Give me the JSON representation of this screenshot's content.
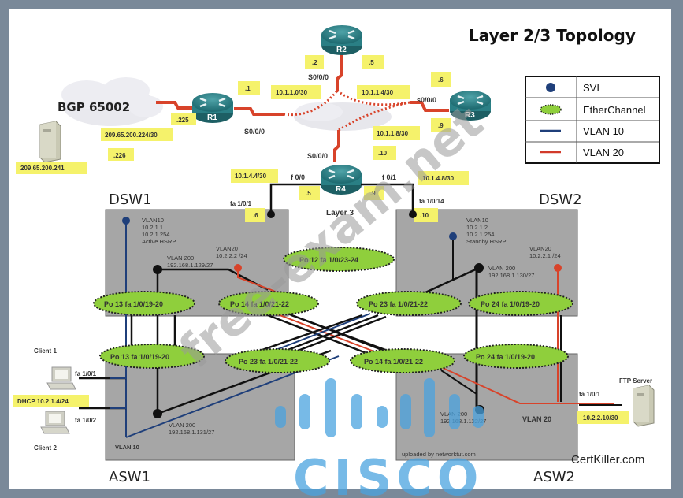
{
  "title": "Layer 2/3 Topology",
  "legend": {
    "items": [
      {
        "icon": "svi-dot",
        "label": "SVI"
      },
      {
        "icon": "etherchannel-ellipse",
        "label": "EtherChannel"
      },
      {
        "icon": "vlan10-line",
        "label": "VLAN 10"
      },
      {
        "icon": "vlan20-line",
        "label": "VLAN  20"
      }
    ],
    "colors": {
      "svi": "#1f3f7a",
      "etherchannel": "#8fcf3c",
      "vlan10": "#1f3f7a",
      "vlan20": "#d23a2a"
    }
  },
  "cloud_bgp": {
    "label": "BGP 65002"
  },
  "bgp_server": {
    "ip": "209.65.200.241"
  },
  "routers": {
    "r1": {
      "name": "R1",
      "ip_225": ".225",
      "ip_1": ".1",
      "intf": "S0/0/0"
    },
    "r2": {
      "name": "R2",
      "ip_2": ".2",
      "ip_5": ".5",
      "intf": "S0/0/0"
    },
    "r3": {
      "name": "R3",
      "ip_6": ".6",
      "ip_9": ".9",
      "intf": "s0/0/0"
    },
    "r4": {
      "name": "R4",
      "ip_10": ".10",
      "intf": "S0/0/0",
      "f00": "f 0/0",
      "f01": "f 0/1",
      "ip_5": ".5",
      "ip_9": ".9",
      "layer": "Layer 3"
    }
  },
  "subnets": {
    "bgp_link": "209.65.200.224/30",
    "bgp_226": ".226",
    "r1_r2": "10.1.1.0/30",
    "r2_r3": "10.1.1.4/30",
    "r3_r4": "10.1.1.8/30",
    "r4_dsw1": "10.1.4.4/30",
    "r4_dsw2": "10.1.4.8/30"
  },
  "dsw1": {
    "name": "DSW1",
    "uplink_intf": "fa 1/0/1",
    "uplink_ip": ".6",
    "vlan10": [
      "VLAN10",
      "10.2.1.1",
      "10.2.1.254",
      "Active HSRP"
    ],
    "vlan20": [
      "VLAN20",
      "10.2.2.2 /24"
    ],
    "vlan200": [
      "VLAN 200",
      "192.168.1.129/27"
    ]
  },
  "dsw2": {
    "name": "DSW2",
    "uplink_intf": "fa 1/0/14",
    "uplink_ip": ".10",
    "vlan10": [
      "VLAN10",
      "10.2.1.2",
      "10.2.1.254",
      "Standby HSRP"
    ],
    "vlan20": [
      "VLAN20",
      "10.2.2.1 /24"
    ],
    "vlan200": [
      "VLAN 200",
      "192.168.1.130/27"
    ]
  },
  "asw1": {
    "name": "ASW1",
    "vlan10": "VLAN 10",
    "vlan200": [
      "VLAN 200",
      "192.168.1.131/27"
    ]
  },
  "asw2": {
    "name": "ASW2",
    "vlan20": "VLAN 20",
    "vlan200": [
      "VLAN 200",
      "192.168.1.132/27"
    ],
    "uploader": "uploaded by networktut.com"
  },
  "etherchannels": {
    "po12": "Po 12  fa 1/0/23-24",
    "po13_dsw1": "Po 13  fa 1/0/19-20",
    "po14_dsw1": "Po 14  fa 1/0/21-22",
    "po23_dsw2": "Po 23  fa 1/0/21-22",
    "po24_dsw2": "Po 24  fa 1/0/19-20",
    "po13_asw1": "Po 13  fa 1/0/19-20",
    "po23_asw1": "Po 23  fa 1/0/21-22",
    "po14_asw2": "Po 14  fa 1/0/21-22",
    "po24_asw2": "Po 24  fa 1/0/19-20"
  },
  "clients": {
    "client1": {
      "name": "Client 1",
      "intf": "fa 1/0/1"
    },
    "client2": {
      "name": "Client 2",
      "intf": "fa 1/0/2"
    },
    "dhcp": "DHCP 10.2.1.4/24"
  },
  "ftp": {
    "name": "FTP Server",
    "intf": "fa 1/0/1",
    "ip": "10.2.2.10/30"
  },
  "watermarks": {
    "certkiller": "CertKiller.com",
    "free_exam": "free-exam.net",
    "cisco": "CISCO"
  }
}
